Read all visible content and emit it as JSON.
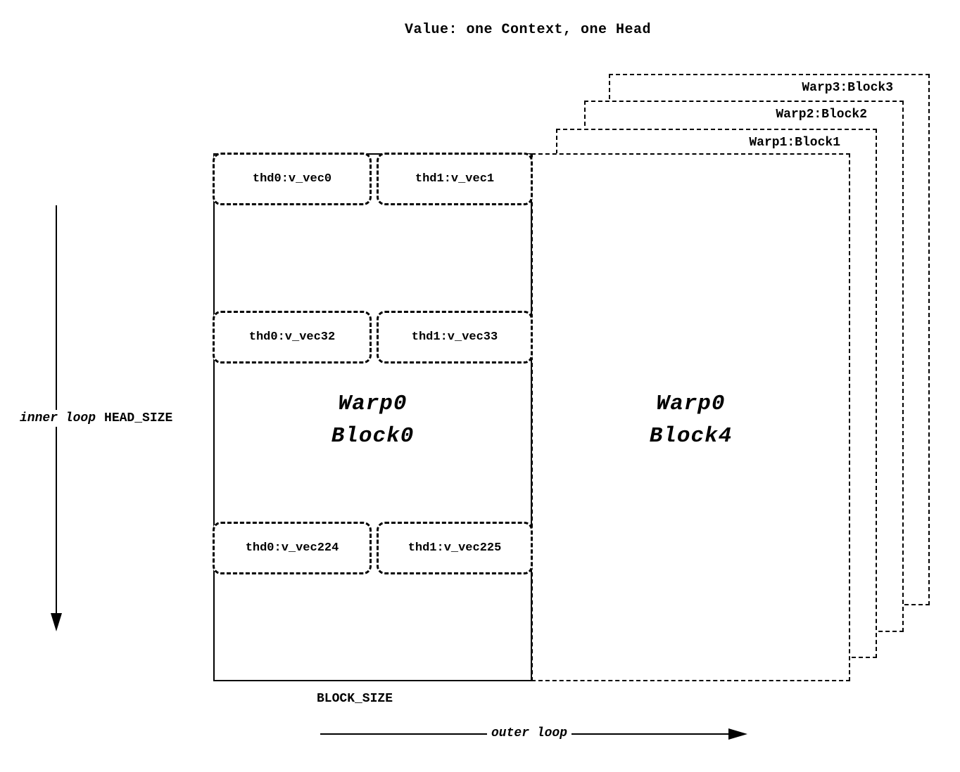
{
  "title": "Value: one Context, one Head",
  "back_blocks": [
    {
      "label": "Warp3:Block3"
    },
    {
      "label": "Warp2:Block2"
    },
    {
      "label": "Warp1:Block1"
    }
  ],
  "block0": {
    "label_line1": "Warp0",
    "label_line2": "Block0",
    "rows": [
      {
        "left": "thd0:v_vec0",
        "right": "thd1:v_vec1"
      },
      {
        "left": "thd0:v_vec32",
        "right": "thd1:v_vec33"
      },
      {
        "left": "thd0:v_vec224",
        "right": "thd1:v_vec225"
      }
    ]
  },
  "block4": {
    "label_line1": "Warp0",
    "label_line2": "Block4"
  },
  "axes": {
    "inner_loop": "inner loop",
    "head_size": "HEAD_SIZE",
    "block_size": "BLOCK_SIZE",
    "outer_loop": "outer loop"
  }
}
